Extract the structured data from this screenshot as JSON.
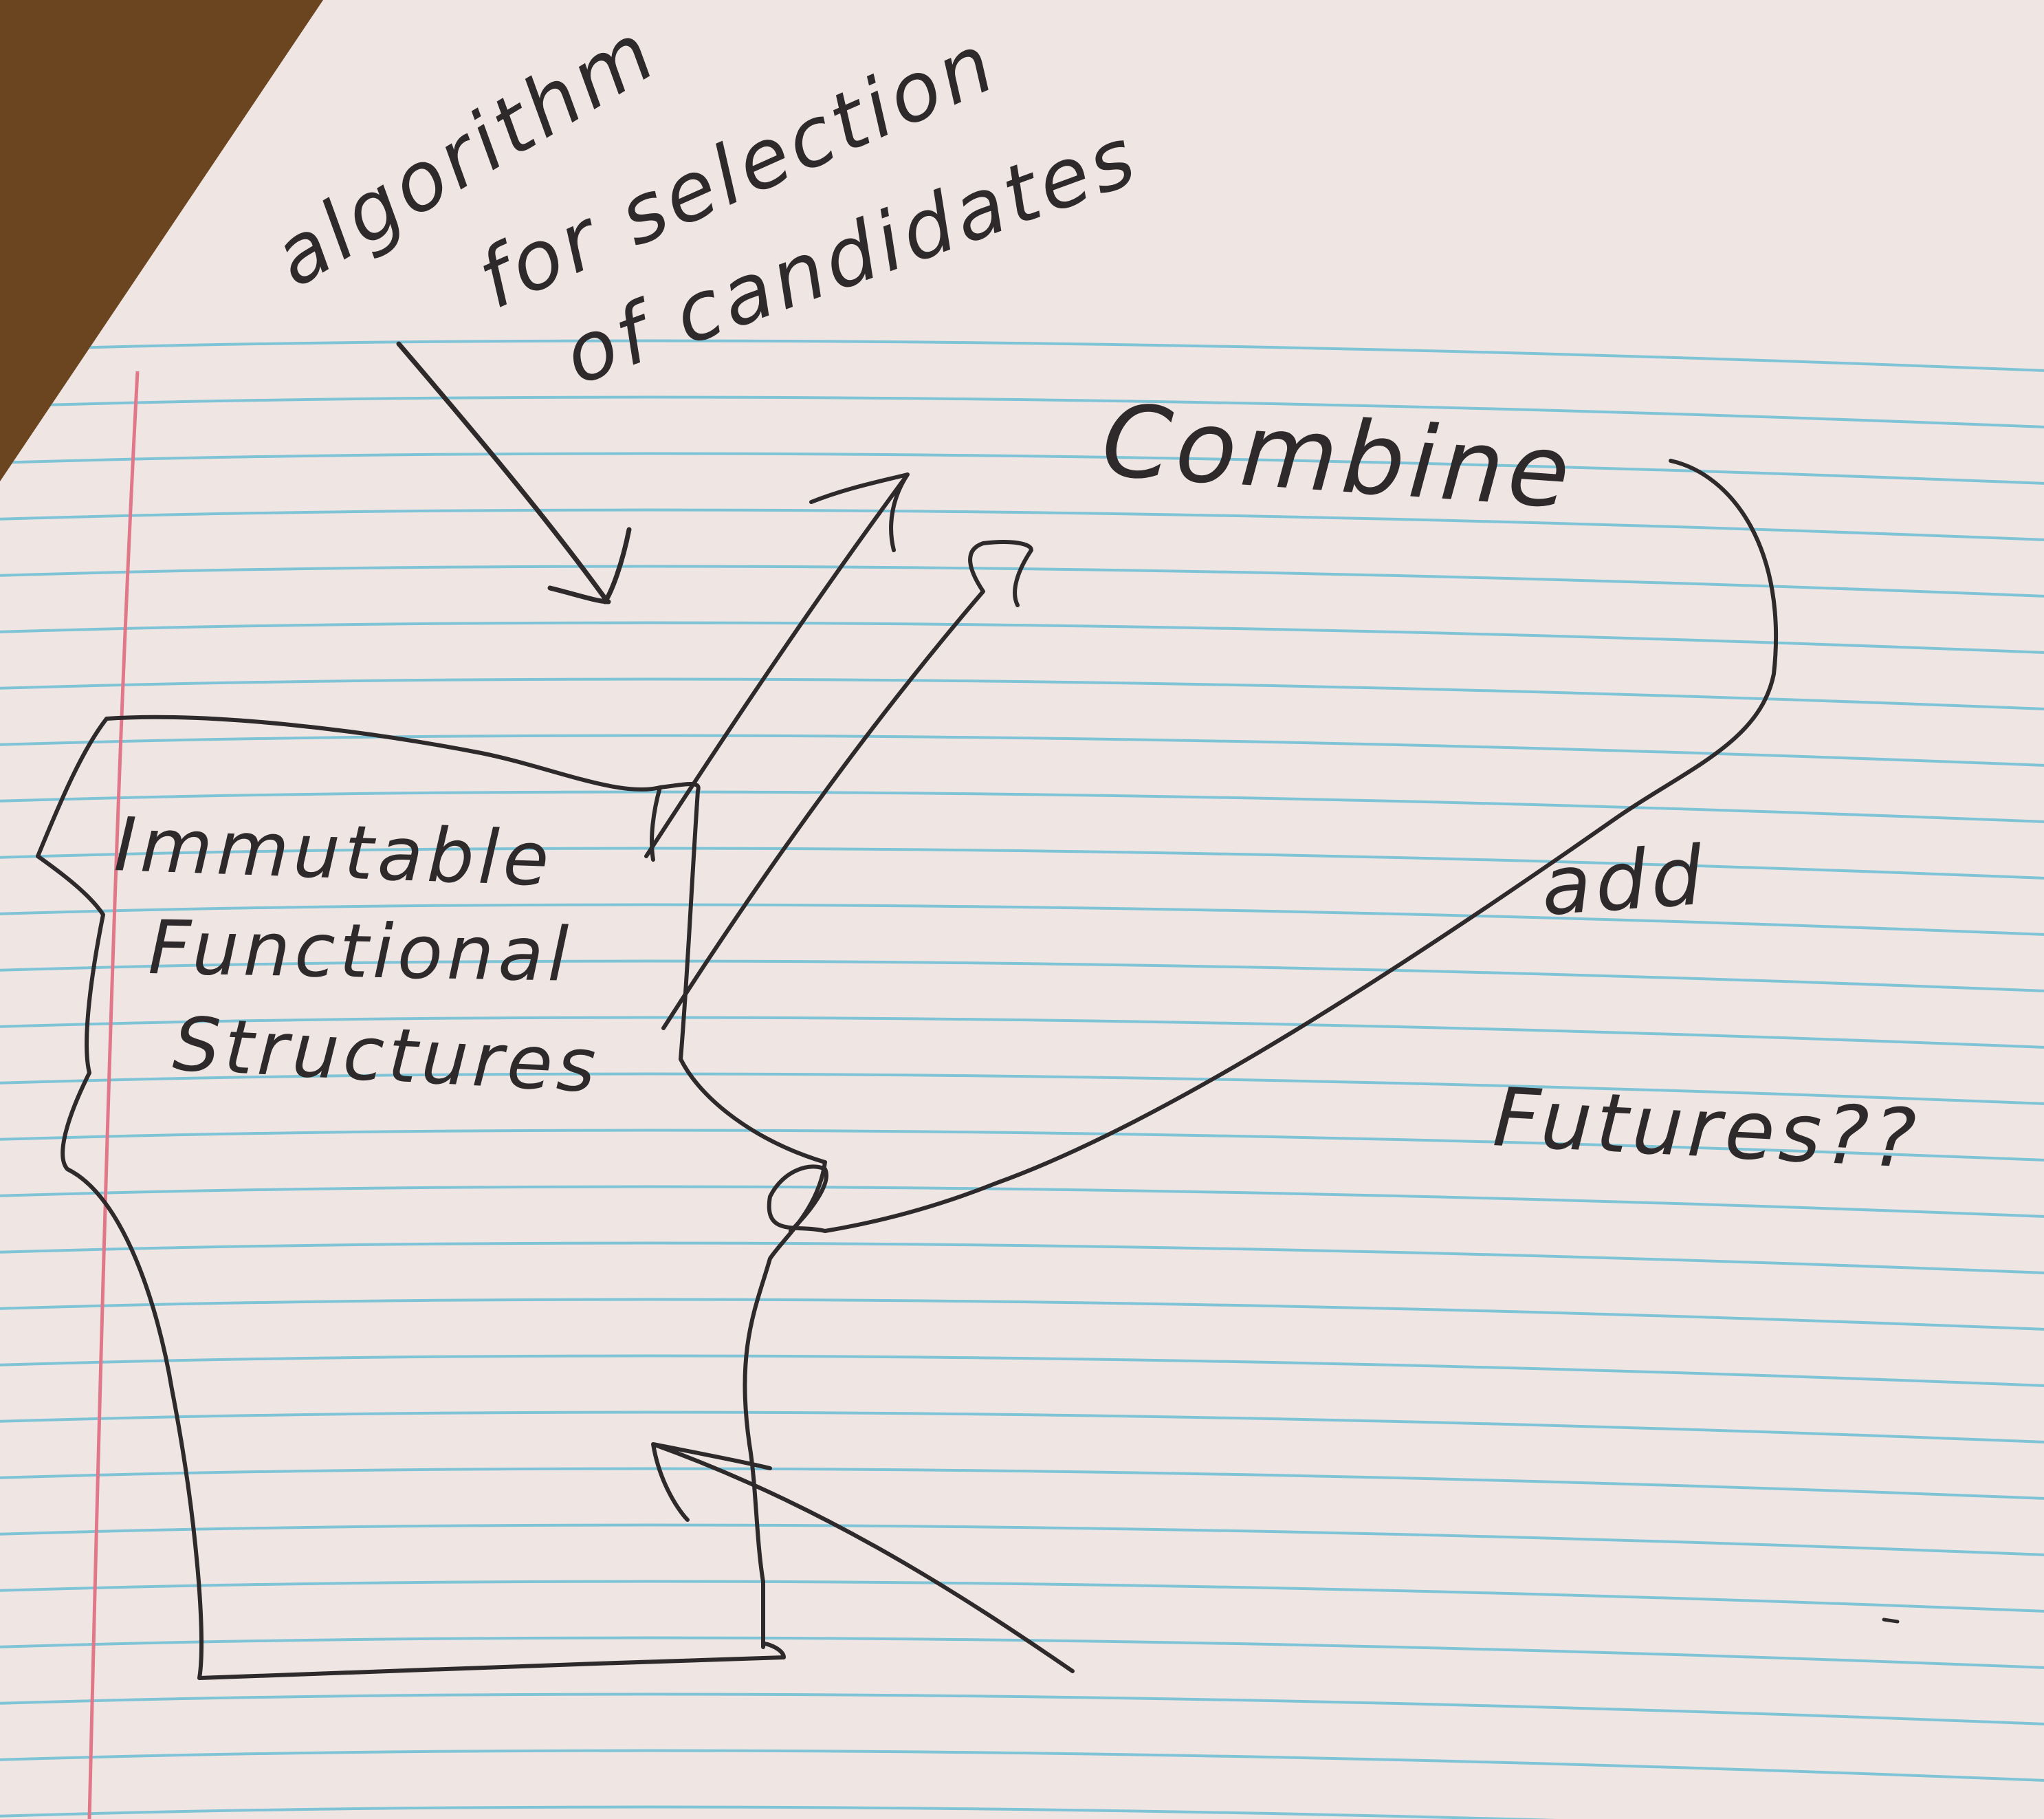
{
  "note": {
    "algorithm_label": [
      "algorithm",
      "for selection",
      "of candidates"
    ],
    "combine_label": "Combine",
    "box_label": [
      "Immutable",
      "Functional",
      "Structures"
    ],
    "add_label": "add",
    "futures_label": "Futures??"
  },
  "colors": {
    "paper": "#efe6e3",
    "ruled_line": "#7fc3d6",
    "margin_line": "#e0788a",
    "ink": "#2e2a2c",
    "desk": "#6b4420"
  }
}
